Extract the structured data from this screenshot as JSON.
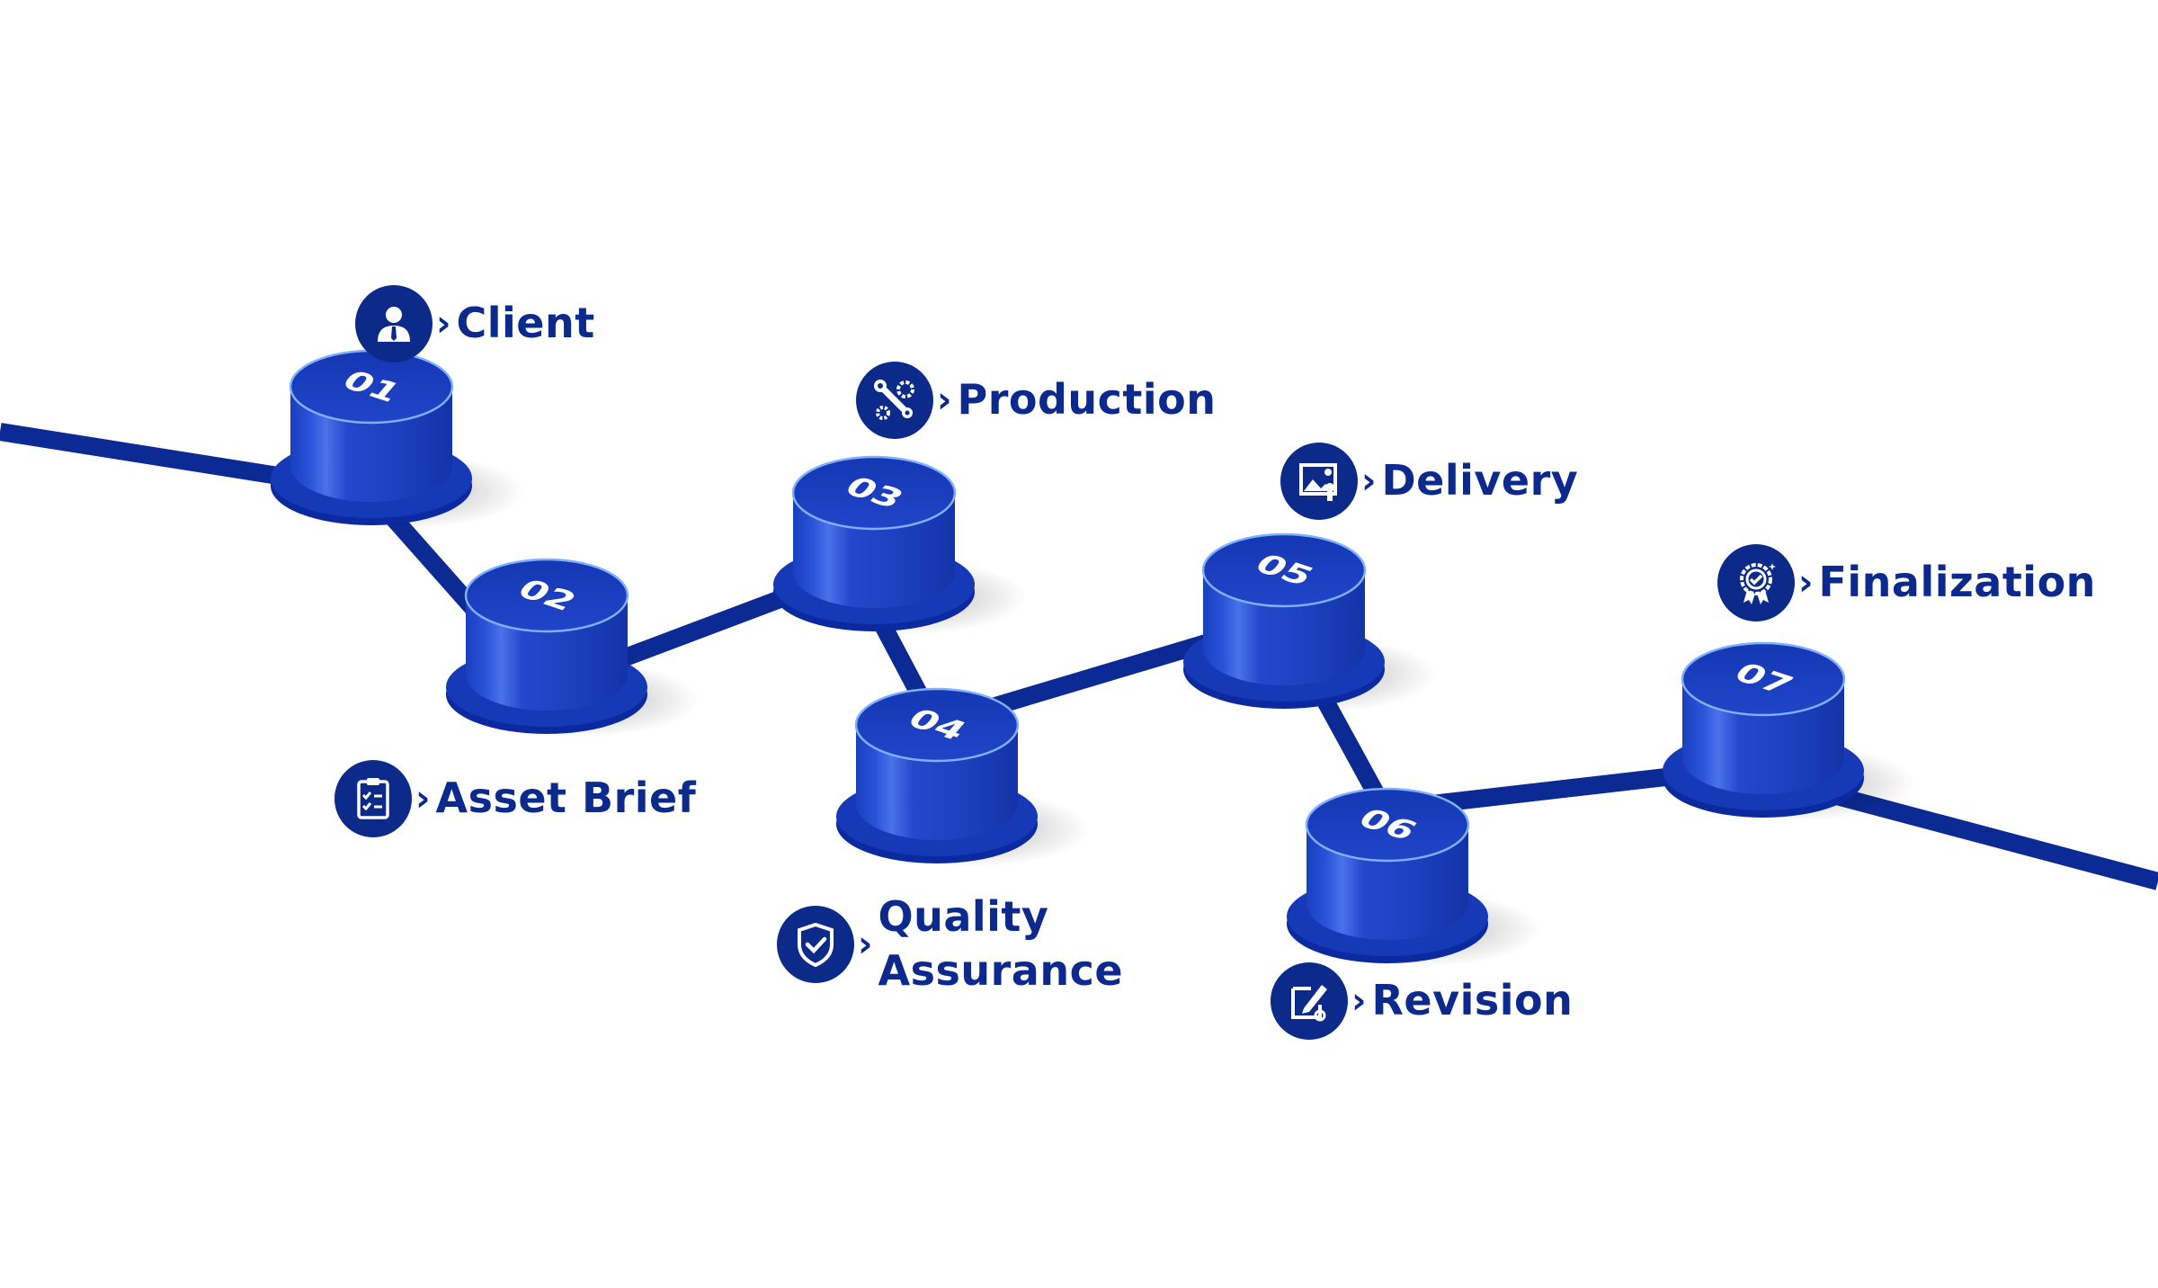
{
  "colors": {
    "primary": "#0b2a8a",
    "cylinder_light": "#3d63e0",
    "cylinder_mid": "#1f44c6",
    "cylinder_dark": "#0d2a9a",
    "rim_highlight": "#7fb0ff",
    "text": "#0c2a8e",
    "background": "#ffffff"
  },
  "steps": [
    {
      "number": "01",
      "label": "Client",
      "icon": "user-tie-icon"
    },
    {
      "number": "02",
      "label": "Asset Brief",
      "icon": "clipboard-checklist-icon"
    },
    {
      "number": "03",
      "label": "Production",
      "icon": "wrench-gears-icon"
    },
    {
      "number": "04",
      "label": "Quality Assurance",
      "label_lines": [
        "Quality",
        "Assurance"
      ],
      "icon": "shield-check-icon"
    },
    {
      "number": "05",
      "label": "Delivery",
      "icon": "image-upload-icon"
    },
    {
      "number": "06",
      "label": "Revision",
      "icon": "edit-pencil-icon"
    },
    {
      "number": "07",
      "label": "Finalization",
      "icon": "award-badge-icon"
    }
  ],
  "chevron": "›"
}
